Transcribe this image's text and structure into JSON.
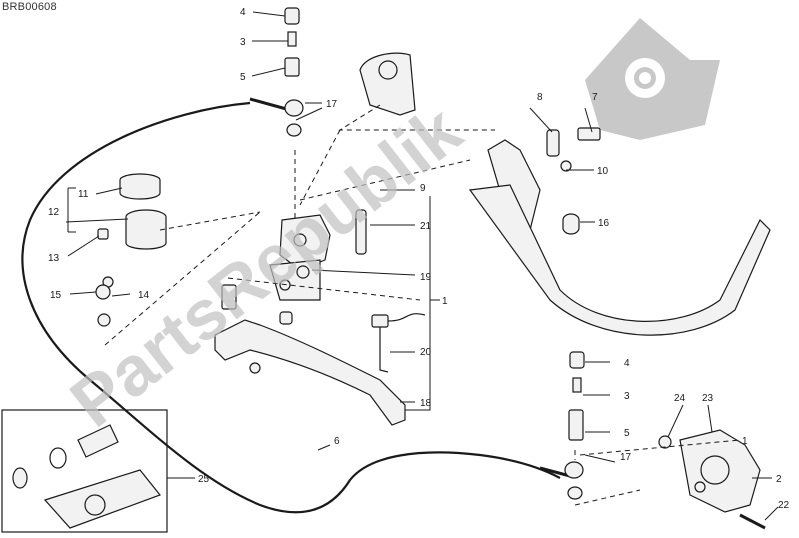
{
  "diagram": {
    "code": "BRB00608",
    "watermark": "PartsRepublik",
    "callouts": [
      {
        "id": "c4a",
        "text": "4"
      },
      {
        "id": "c3a",
        "text": "3"
      },
      {
        "id": "c5a",
        "text": "5"
      },
      {
        "id": "c17a",
        "text": "17"
      },
      {
        "id": "c11",
        "text": "11"
      },
      {
        "id": "c12",
        "text": "12"
      },
      {
        "id": "c13",
        "text": "13"
      },
      {
        "id": "c15",
        "text": "15"
      },
      {
        "id": "c14",
        "text": "14"
      },
      {
        "id": "c9",
        "text": "9"
      },
      {
        "id": "c21",
        "text": "21"
      },
      {
        "id": "c19",
        "text": "19"
      },
      {
        "id": "c1a",
        "text": "1"
      },
      {
        "id": "c20",
        "text": "20"
      },
      {
        "id": "c18",
        "text": "18"
      },
      {
        "id": "c8",
        "text": "8"
      },
      {
        "id": "c7",
        "text": "7"
      },
      {
        "id": "c10",
        "text": "10"
      },
      {
        "id": "c16",
        "text": "16"
      },
      {
        "id": "c4b",
        "text": "4"
      },
      {
        "id": "c3b",
        "text": "3"
      },
      {
        "id": "c5b",
        "text": "5"
      },
      {
        "id": "c17b",
        "text": "17"
      },
      {
        "id": "c24",
        "text": "24"
      },
      {
        "id": "c23",
        "text": "23"
      },
      {
        "id": "c1b",
        "text": "1"
      },
      {
        "id": "c2",
        "text": "2"
      },
      {
        "id": "c22",
        "text": "22"
      },
      {
        "id": "c6",
        "text": "6"
      },
      {
        "id": "c25",
        "text": "25"
      }
    ],
    "colors": {
      "line": "#1a1a1a",
      "watermark": "#b0b0b0",
      "part": "#f2f2f2"
    }
  }
}
